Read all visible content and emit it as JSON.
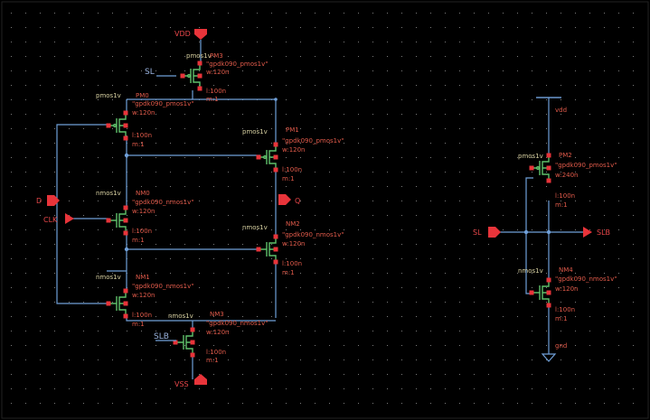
{
  "colors": {
    "background": "#000000",
    "grid_dot": "#7a7a7a",
    "wire": "#6f9fd8",
    "transistor": "#5fbf6a",
    "pin": "#e8343a",
    "label": "#e05a4a",
    "device_type": "#d6cfa0"
  },
  "pins": {
    "vdd": "VDD",
    "vss": "VSS",
    "d": "D",
    "clk": "CLK",
    "q": "Q",
    "sl": "SL",
    "slb": "SLB",
    "sl_in": "SL",
    "slb_out": "SLB",
    "vdd_right": "vdd",
    "gnd_right": "gnd"
  },
  "transistors": {
    "pm3": {
      "type": "pmos1v",
      "inst": "PM3",
      "model": "\"gpdk090_pmos1v\"",
      "w": "w:120n",
      "l": "l:100n",
      "m": "m:1"
    },
    "pm0": {
      "type": "pmos1v",
      "inst": "PM0",
      "model": "\"gpdk090_pmos1v\"",
      "w": "w:120n",
      "l": "l:100n",
      "m": "m:1"
    },
    "pm1": {
      "type": "pmos1v",
      "inst": "PM1",
      "model": "\"gpdk090_pmos1v\"",
      "w": "w:120n",
      "l": "l:100n",
      "m": "m:1"
    },
    "nm0": {
      "type": "nmos1v",
      "inst": "NM0",
      "model": "\"gpdk090_nmos1v\"",
      "w": "w:120n",
      "l": "l:100n",
      "m": "m:1"
    },
    "nm2": {
      "type": "nmos1v",
      "inst": "NM2",
      "model": "\"gpdk090_nmos1v\"",
      "w": "w:120n",
      "l": "l:100n",
      "m": "m:1"
    },
    "nm1": {
      "type": "nmos1v",
      "inst": "NM1",
      "model": "\"gpdk090_nmos1v\"",
      "w": "w:120n",
      "l": "l:100n",
      "m": "m:1"
    },
    "nm3": {
      "type": "nmos1v",
      "inst": "NM3",
      "model": "\"gpdk090_nmos1v\"",
      "w": "w:120n",
      "l": "l:100n",
      "m": "m:1"
    },
    "pm2": {
      "type": "pmos1v",
      "inst": "PM2",
      "model": "\"gpdk090_pmos1v\"",
      "w": "w:240n",
      "l": "l:100n",
      "m": "m:1"
    },
    "nm4": {
      "type": "nmos1v",
      "inst": "NM4",
      "model": "\"gpdk090_nmos1v\"",
      "w": "w:120n",
      "l": "l:100n",
      "m": "m:1"
    }
  }
}
